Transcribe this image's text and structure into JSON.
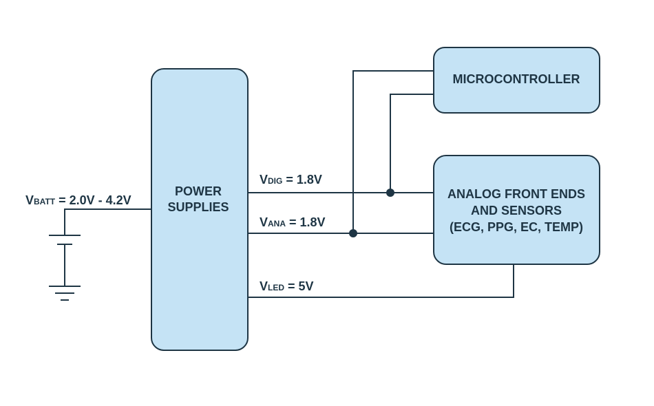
{
  "blocks": {
    "power_supplies": {
      "line1": "POWER",
      "line2": "SUPPLIES"
    },
    "microcontroller": {
      "line1": "MICROCONTROLLER"
    },
    "afe": {
      "line1": "ANALOG FRONT ENDS",
      "line2": "AND SENSORS",
      "line3": "(ECG, PPG, EC, TEMP)"
    }
  },
  "labels": {
    "vbatt": {
      "prefix": "V",
      "sub": "BATT",
      "value": " = 2.0V - 4.2V"
    },
    "vdig": {
      "prefix": "V",
      "sub": "DIG",
      "value": " = 1.8V"
    },
    "vana": {
      "prefix": "V",
      "sub": "ANA",
      "value": " = 1.8V"
    },
    "vled": {
      "prefix": "V",
      "sub": "LED",
      "value": " = 5V"
    }
  },
  "colors": {
    "block_fill": "#c5e3f5",
    "line": "#1e3544"
  }
}
